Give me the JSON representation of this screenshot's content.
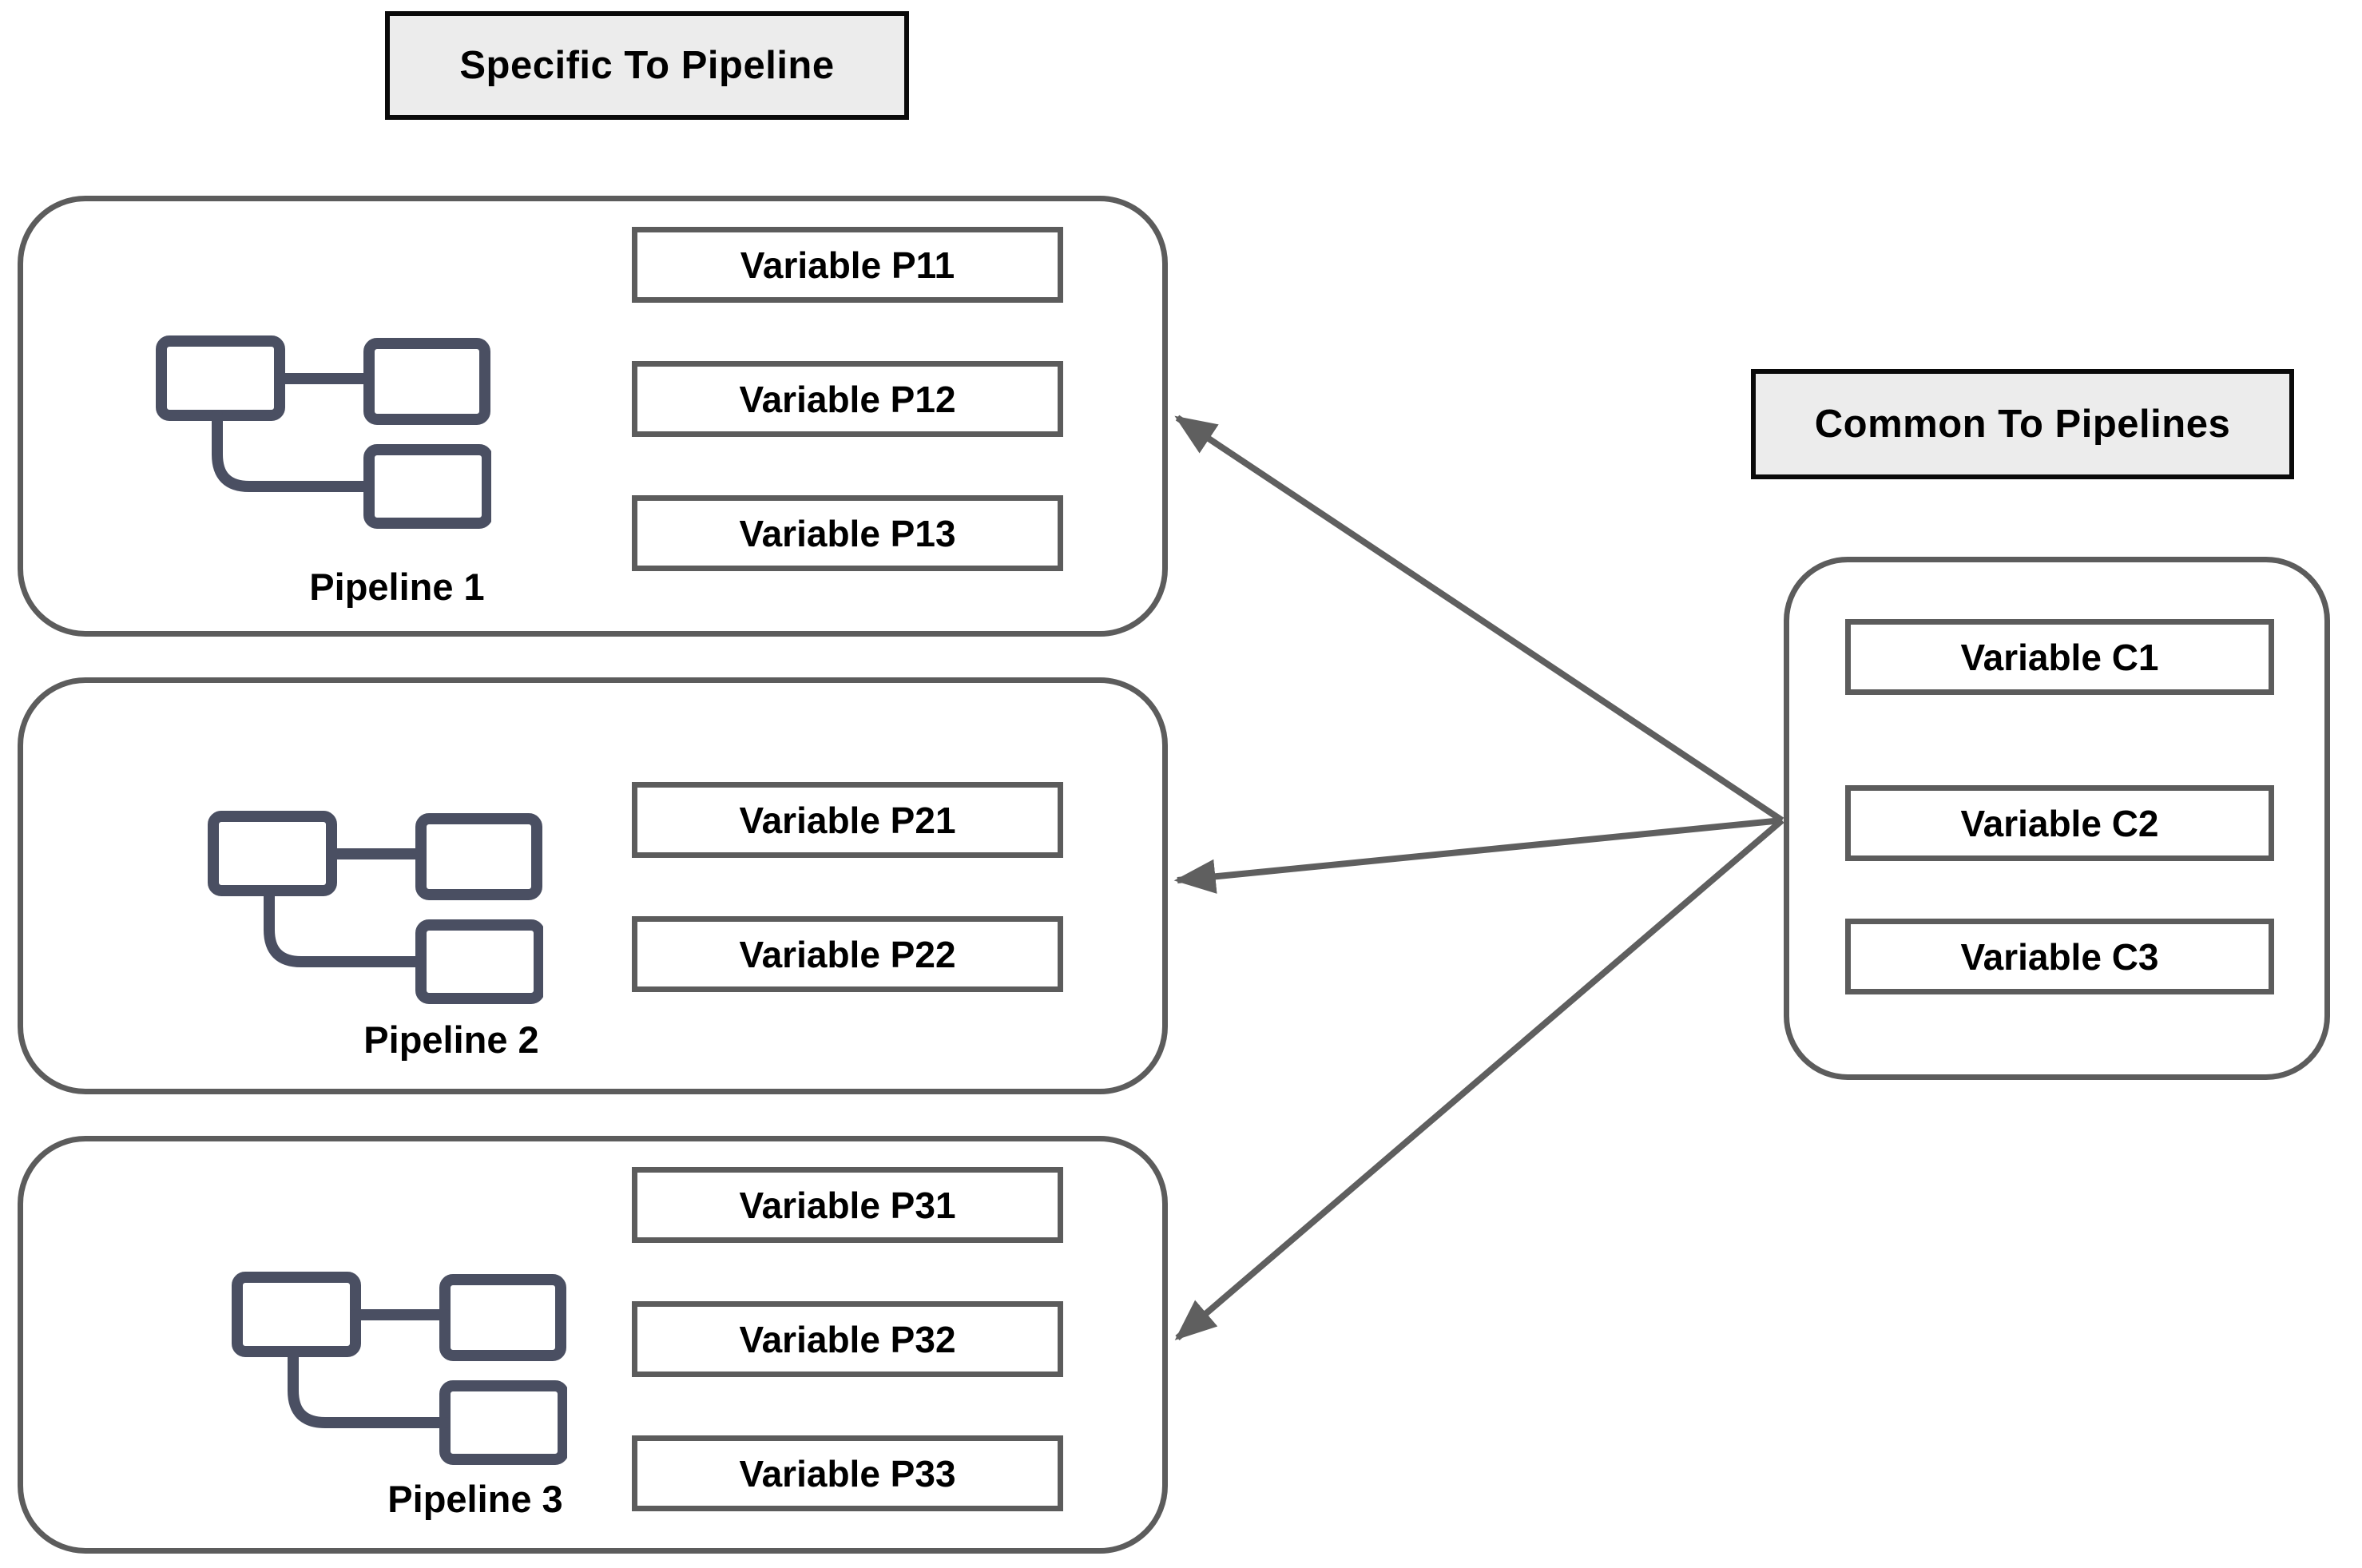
{
  "diagram": {
    "left_group_label": "Specific To Pipeline",
    "right_group_label": "Common To Pipelines",
    "pipelines": [
      {
        "label": "Pipeline 1",
        "variables": [
          "Variable P11",
          "Variable P12",
          "Variable P13"
        ]
      },
      {
        "label": "Pipeline 2",
        "variables": [
          "Variable P21",
          "Variable P22"
        ]
      },
      {
        "label": "Pipeline 3",
        "variables": [
          "Variable P31",
          "Variable P32",
          "Variable P33"
        ]
      }
    ],
    "common": {
      "variables": [
        "Variable C1",
        "Variable C2",
        "Variable C3"
      ]
    },
    "colors": {
      "outline": "#5c5c5c",
      "arrow": "#5f5f5f",
      "icon": "#4a4f62",
      "label_box_bg": "#ececec",
      "label_box_border": "#0a0a0a",
      "text": "#000000"
    }
  }
}
